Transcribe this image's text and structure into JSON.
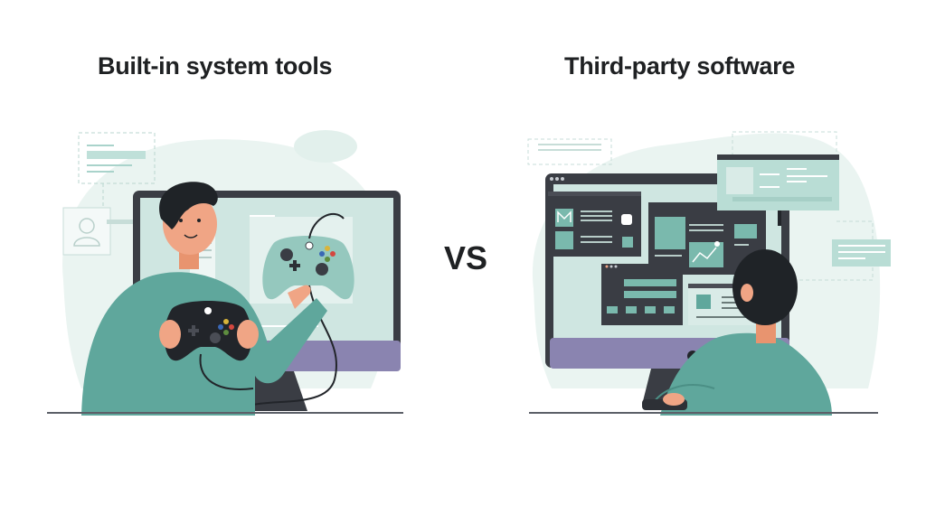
{
  "comparison": {
    "left": {
      "title": "Built-in system tools",
      "illustration": "person-holding-game-controller-in-front-of-monitor"
    },
    "separator": "VS",
    "right": {
      "title": "Third-party software",
      "illustration": "person-at-monitor-with-multiple-app-windows"
    }
  },
  "colors": {
    "text": "#1f2123",
    "accent_teal": "#5fa79c",
    "light_teal": "#a9d3cb",
    "background_blob": "#eaf4f1",
    "monitor_frame": "#3a3d44",
    "monitor_base": "#8a84b0",
    "skin": "#f0a585",
    "hair": "#1f2327"
  }
}
